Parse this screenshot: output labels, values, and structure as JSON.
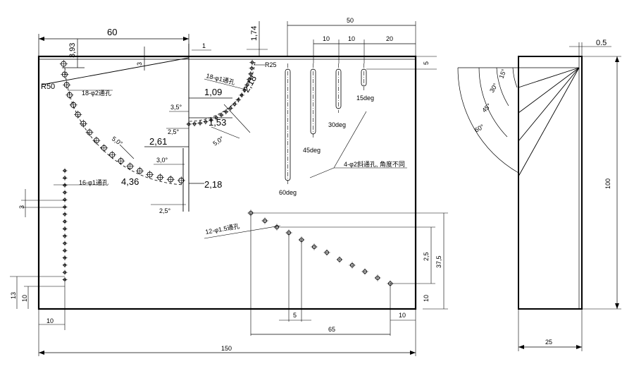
{
  "front_view": {
    "dims": {
      "width_total": "150",
      "hole_group_span": "60",
      "top_offset_1": "3,93",
      "top_offset_2": "1,74",
      "top_offset_3": "3",
      "top_offset_4": "1",
      "slot_span": "50",
      "slot_gap_1": "10",
      "slot_gap_2": "10",
      "slot_gap_3": "20",
      "slot_top": "5",
      "arc_step_1": "1,09",
      "arc_step_2": "1,53",
      "arc_step_3": "2,18",
      "arc_step_4": "2,61",
      "arc_step_5": "2,18",
      "arc_step_6": "4,36",
      "ang_1": "3,5°",
      "ang_2": "2,5°",
      "ang_3": "5,0°",
      "ang_4": "5,0°",
      "ang_5": "3,0°",
      "ang_6": "2,5°",
      "row_pitch": "3",
      "col_bottom_1": "13",
      "col_bottom_2": "10",
      "col_left": "10",
      "diag_span": "65",
      "diag_step": "5",
      "diag_end": "10",
      "diag_vert_1": "2,5",
      "diag_vert_2": "37,5",
      "diag_vert_3": "10"
    },
    "radius_labels": {
      "r50": "R50",
      "r25": "R25"
    },
    "notes": {
      "big_arc_holes": "18-φ2通孔",
      "small_arc_holes": "18-φ1通孔",
      "column_holes": "16-φ1通孔",
      "diag_holes": "12-φ1.5通孔",
      "angled_holes": "4-φ2斜通孔, 角度不同"
    },
    "slot_labels": [
      "60deg",
      "45deg",
      "30deg",
      "15deg"
    ]
  },
  "side_view": {
    "dims": {
      "top": "0.5",
      "height": "100",
      "width": "25"
    },
    "angles": [
      "15°",
      "30°",
      "45°",
      "60°"
    ]
  }
}
